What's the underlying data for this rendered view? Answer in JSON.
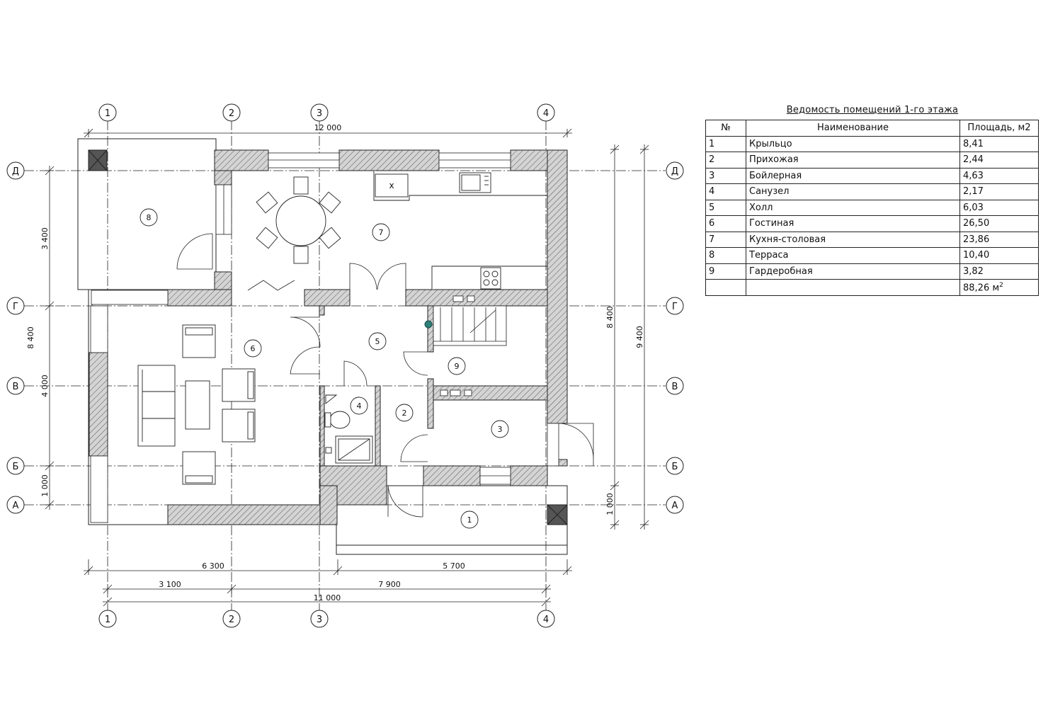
{
  "axes": {
    "columns": [
      "1",
      "2",
      "3",
      "4"
    ],
    "rows": [
      "Д",
      "Г",
      "В",
      "Б",
      "А"
    ]
  },
  "dimensions": {
    "top_total": "12 000",
    "bottom_left": "6 300",
    "bottom_right": "5 700",
    "bottom_seg1": "3 100",
    "bottom_seg2": "7 900",
    "bottom_total": "11 000",
    "left_dg": "3 400",
    "left_gb": "4 000",
    "left_ba": "1 000",
    "left_total": "8 400",
    "right_inner": "8 400",
    "right_bottom": "1 000",
    "right_outer": "9 400"
  },
  "room_labels": [
    "1",
    "2",
    "3",
    "4",
    "5",
    "6",
    "7",
    "8",
    "9"
  ],
  "fixture_marks": {
    "stove_x": "x"
  },
  "schedule": {
    "title": "Ведомость помещений 1-го этажа",
    "headers": {
      "num": "№",
      "name": "Наименование",
      "area": "Площадь, м2"
    },
    "rows": [
      {
        "num": "1",
        "name": "Крыльцо",
        "area": "8,41"
      },
      {
        "num": "2",
        "name": "Прихожая",
        "area": "2,44"
      },
      {
        "num": "3",
        "name": "Бойлерная",
        "area": "4,63"
      },
      {
        "num": "4",
        "name": "Санузел",
        "area": "2,17"
      },
      {
        "num": "5",
        "name": "Холл",
        "area": "6,03"
      },
      {
        "num": "6",
        "name": "Гостиная",
        "area": "26,50"
      },
      {
        "num": "7",
        "name": "Кухня-столовая",
        "area": "23,86"
      },
      {
        "num": "8",
        "name": "Терраса",
        "area": "10,40"
      },
      {
        "num": "9",
        "name": "Гардеробная",
        "area": "3,82"
      }
    ],
    "total": {
      "value": "88,26 м",
      "sup": "2"
    }
  }
}
